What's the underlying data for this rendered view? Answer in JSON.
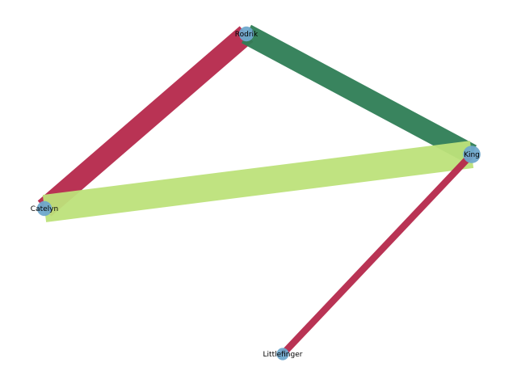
{
  "graph": {
    "nodes": [
      {
        "id": "rodrik",
        "label": "Rodrik",
        "degree": 2
      },
      {
        "id": "king",
        "label": "King",
        "degree": 3
      },
      {
        "id": "catelyn",
        "label": "Catelyn",
        "degree": 2
      },
      {
        "id": "littlefinger",
        "label": "Littlefinger",
        "degree": 1
      }
    ],
    "edges": [
      {
        "source": "catelyn",
        "target": "rodrik",
        "weight": 3,
        "color": "#b5284b"
      },
      {
        "source": "rodrik",
        "target": "king",
        "weight": 3,
        "color": "#2e7d55"
      },
      {
        "source": "catelyn",
        "target": "king",
        "weight": 4,
        "color": "#bde27a"
      },
      {
        "source": "king",
        "target": "littlefinger",
        "weight": 1,
        "color": "#b5284b"
      }
    ],
    "node_color": "#6fa8cc"
  }
}
